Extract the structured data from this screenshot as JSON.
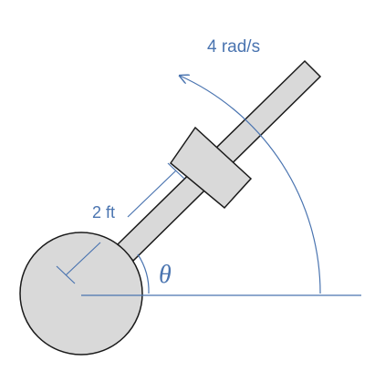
{
  "diagram": {
    "angular_velocity_label": "4 rad/s",
    "length_label": "2 ft",
    "angle_label": "θ",
    "colors": {
      "annotation": "#4a74b0",
      "body_fill": "#d9d9d9",
      "outline": "#1a1a1a"
    }
  }
}
